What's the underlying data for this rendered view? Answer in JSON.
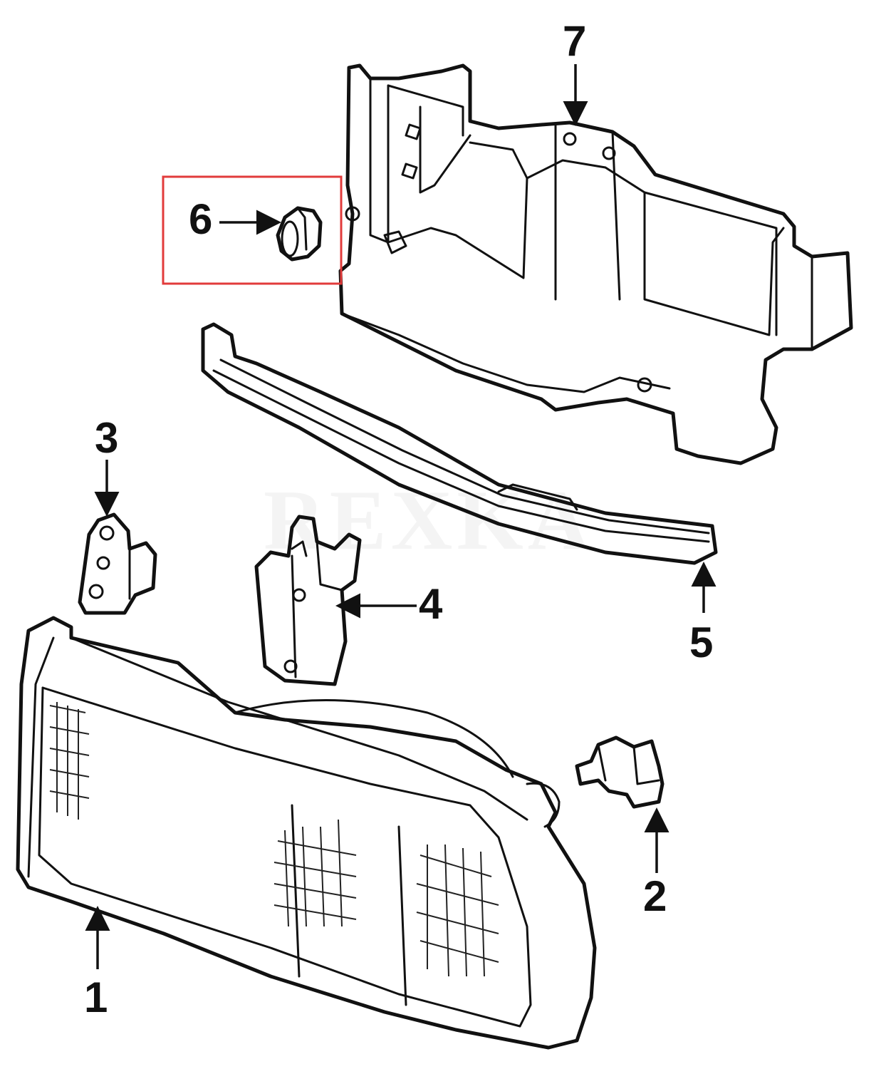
{
  "callouts": [
    {
      "id": "1",
      "label": "1"
    },
    {
      "id": "2",
      "label": "2"
    },
    {
      "id": "3",
      "label": "3"
    },
    {
      "id": "4",
      "label": "4"
    },
    {
      "id": "5",
      "label": "5"
    },
    {
      "id": "6",
      "label": "6"
    },
    {
      "id": "7",
      "label": "7"
    }
  ],
  "watermark": "REXKA",
  "colors": {
    "highlight_box": "#e23b3b",
    "line": "#111111",
    "background": "#ffffff"
  },
  "highlighted_callout": "6"
}
